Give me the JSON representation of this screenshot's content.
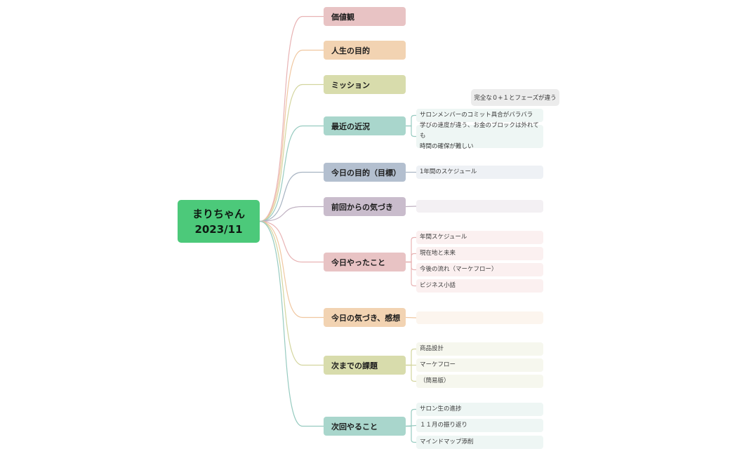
{
  "root": {
    "line1": "まりちゃん",
    "line2": "2023/11",
    "color": "#4cc97a"
  },
  "note": "完全な０+１とフェーズが違う",
  "branches": [
    {
      "label": "価値観",
      "color": "#e8c3c4",
      "line": "#e8b3b4",
      "children": []
    },
    {
      "label": "人生の目的",
      "color": "#f2d3b2",
      "line": "#f0c7a0",
      "children": []
    },
    {
      "label": "ミッション",
      "color": "#d8dcac",
      "line": "#d3d59e",
      "children": []
    },
    {
      "label": "最近の近況",
      "color": "#a9d6cc",
      "line": "#97cbc0",
      "leafcolor": "#eef6f4",
      "children": [
        "サロンメンバーのコミット具合がバラバラ",
        "学びの速度が違う、お金のブロックは外れても",
        "時間の確保が難しい"
      ]
    },
    {
      "label": "今日の目的（目標）",
      "color": "#b3bfcf",
      "line": "#a7b3c2",
      "leafcolor": "#eef1f5",
      "children": [
        "1年間のスケジュール"
      ]
    },
    {
      "label": "前回からの気づき",
      "color": "#c9bccc",
      "line": "#bfb0c1",
      "leafcolor": "#f3f0f3",
      "children": [
        ""
      ]
    },
    {
      "label": "今日やったこと",
      "color": "#e8c3c4",
      "line": "#e8b3b4",
      "leafcolor": "#fbf0f0",
      "children": [
        "年間スケジュール",
        "現在地と未来",
        "今後の流れ（マーケフロー）",
        "ビジネス小話"
      ]
    },
    {
      "label": "今日の気づき、感想",
      "color": "#f2d3b2",
      "line": "#f0c7a0",
      "leafcolor": "#fcf5ee",
      "children": [
        ""
      ]
    },
    {
      "label": "次までの課題",
      "color": "#d8dcac",
      "line": "#d3d59e",
      "leafcolor": "#f6f7ee",
      "children": [
        "商品設計",
        "マーケフロー",
        "（簡易版）"
      ]
    },
    {
      "label": "次回やること",
      "color": "#a9d6cc",
      "line": "#97cbc0",
      "leafcolor": "#eef6f4",
      "children": [
        "サロン生の進捗",
        "１１月の振り返り",
        "マインドマップ添削"
      ]
    }
  ]
}
